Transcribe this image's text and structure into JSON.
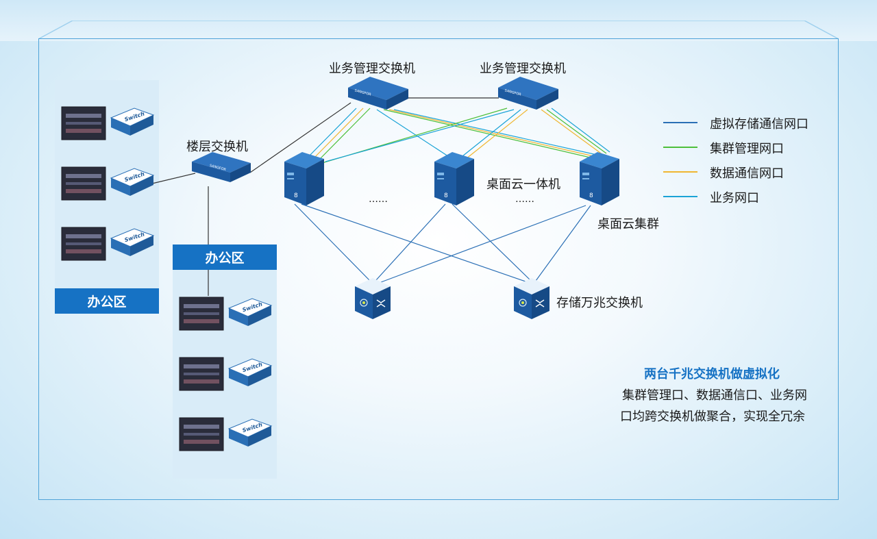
{
  "labels": {
    "mgmt_switch_1": "业务管理交换机",
    "mgmt_switch_2": "业务管理交换机",
    "floor_switch": "楼层交换机",
    "all_in_one": "桌面云一体机",
    "cluster": "桌面云集群",
    "storage_switch": "存储万兆交换机",
    "dots_1": "……",
    "dots_2": "……",
    "brand": "SANGFOR",
    "device_switch": "Switch"
  },
  "zones": {
    "office_left": "办公区",
    "office_right": "办公区"
  },
  "legend": [
    {
      "label": "虚拟存储通信网口",
      "color": "#2a6fb5"
    },
    {
      "label": "集群管理网口",
      "color": "#4cbf3a"
    },
    {
      "label": "数据通信网口",
      "color": "#f0b630"
    },
    {
      "label": "业务网口",
      "color": "#1aa3d6"
    }
  ],
  "note": {
    "title": "两台千兆交换机做虚拟化",
    "line1": "集群管理口、数据通信口、业务网",
    "line2": "口均跨交换机做聚合，实现全冗余"
  }
}
